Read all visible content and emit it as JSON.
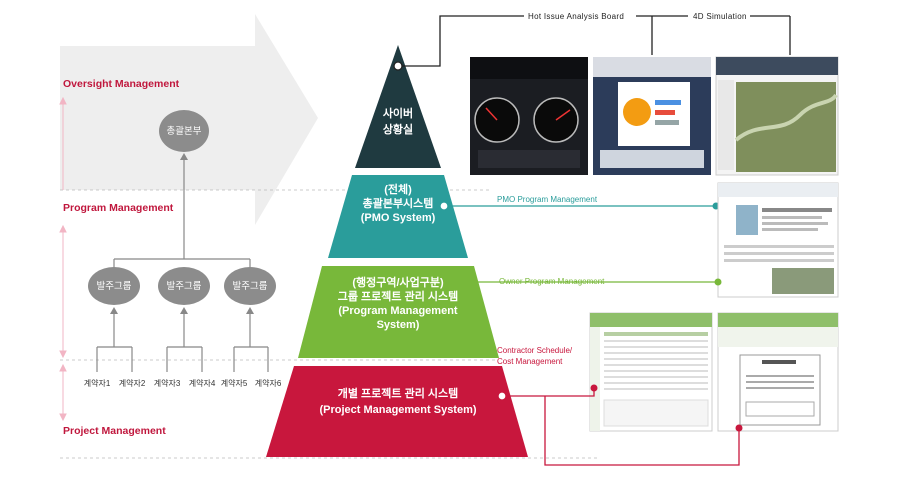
{
  "levels": {
    "oversight": "Oversight Management",
    "program": "Program Management",
    "project": "Project Management"
  },
  "top_titles": {
    "hot_issue": "Hot  Issue  Analysis  Board",
    "sim": "4D  Simulation"
  },
  "tiers": {
    "top": {
      "line1": "사이버",
      "line2": "상황실"
    },
    "second": {
      "line1": "(전체)",
      "line2": "총괄본부시스템",
      "line3": "(PMO System)"
    },
    "third": {
      "line1": "(행정구역/사업구분)",
      "line2": "그룹 프로젝트 관리 시스템",
      "line3": "(Program Management",
      "line4": "System)"
    },
    "bottom": {
      "line1": "개별 프로젝트 관리 시스템",
      "line2": "(Project Management System)"
    }
  },
  "connector_labels": {
    "pmo": "PMO  Program  Management",
    "owner": "Owner  Program  Management",
    "contractor_1": "Contractor  Schedule/",
    "contractor_2": "Cost  Management"
  },
  "org_tree": {
    "root": "총괄본부",
    "groups": [
      "발주그룹",
      "발주그룹",
      "발주그룹"
    ],
    "leaves": [
      "계약자1",
      "계약자2",
      "계약자3",
      "계약자4",
      "계약자5",
      "계약자6"
    ]
  },
  "colors": {
    "level_text": "#c0173d",
    "tier_top": "#1f3a40",
    "tier_pmo": "#2a9d9b",
    "tier_program": "#78b83a",
    "tier_project": "#c8173d",
    "node_fill": "#8c8c8c",
    "arrow_band": "#eeeeee"
  },
  "icons": [
    "big-arrow-shape",
    "screenshot-dashboard",
    "screenshot-report",
    "screenshot-map",
    "screenshot-portal",
    "screenshot-table",
    "screenshot-document"
  ]
}
